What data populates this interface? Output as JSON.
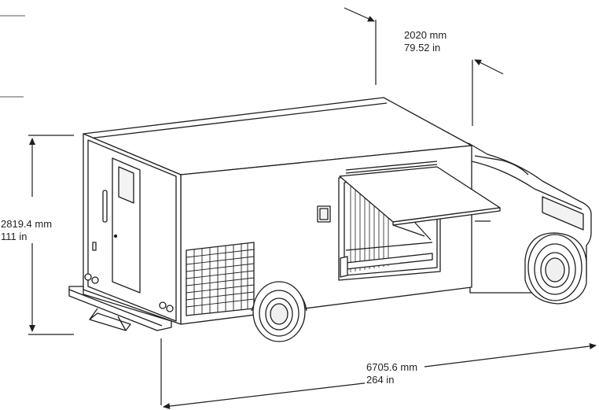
{
  "dimensions": {
    "width": {
      "mm": "2020 mm",
      "in": "79.52 in"
    },
    "height": {
      "mm": "2819.4 mm",
      "in": "111 in"
    },
    "length": {
      "mm": "6705.6 mm",
      "in": "264 in"
    }
  },
  "colors": {
    "line": "#1e1e1e",
    "body": "#ffffff",
    "shade": "#e9e9e9",
    "dark": "#b9b9b9"
  }
}
